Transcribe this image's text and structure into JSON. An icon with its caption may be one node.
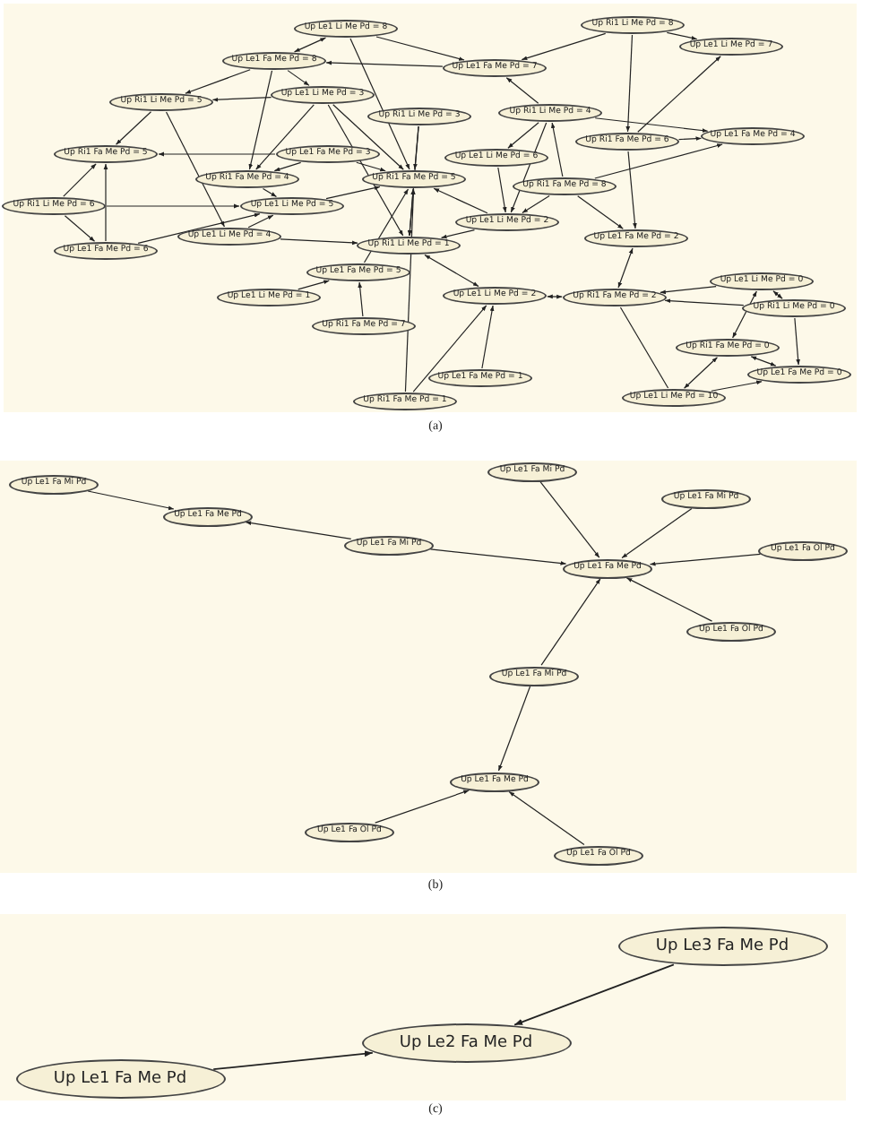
{
  "diagram": {
    "nodes": [
      {
        "text": [
          "Up Le1 Li Me Pd = 8"
        ]
      },
      {
        "text": [
          "Up Ri1 Li Me Pd = 8"
        ]
      },
      {
        "text": [
          "Up Le1 Fa Me Pd = 8"
        ]
      },
      {
        "text": [
          "Up Le1 Fa Me Pd = 7"
        ]
      },
      {
        "text": [
          "Up Le1 Li Me Pd = 7"
        ]
      },
      {
        "text": [
          "Up Ri1 Li Me Pd = 5"
        ]
      },
      {
        "text": [
          "Up Le1 Li Me Pd = 3"
        ]
      },
      {
        "text": [
          "Up Ri1 Li Me Pd = 3"
        ]
      },
      {
        "text": [
          "Up Ri1 Li Me Pd = 4"
        ]
      },
      {
        "text": [
          "Up Ri1 Fa Me Pd = 6"
        ]
      },
      {
        "text": [
          "Up Le1 Fa Me Pd = 4"
        ]
      },
      {
        "text": [
          "Up Ri1 Fa Me Pd = 5"
        ]
      },
      {
        "text": [
          "Up Le1 Fa Me Pd = 3"
        ]
      },
      {
        "text": [
          "Up Le1 Li Me Pd = 6"
        ]
      },
      {
        "text": [
          "Up Ri1 Fa Me Pd = 5"
        ]
      },
      {
        "text": [
          "Up Ri1 Fa Me Pd = 4"
        ]
      },
      {
        "text": [
          "Up Ri1 Fa Me Pd = 8"
        ]
      },
      {
        "text": [
          "Up Ri1 Li Me Pd = 6"
        ]
      },
      {
        "text": [
          "Up Le1 Li Me Pd = 5"
        ]
      },
      {
        "text": [
          "Up Le1 Li Me Pd = 2"
        ]
      },
      {
        "text": [
          "Up Le1 Fa Me Pd = 6"
        ]
      },
      {
        "text": [
          "Up Le1 Li Me Pd = 4"
        ]
      },
      {
        "text": [
          "Up Ri1 Li Me Pd = 1"
        ]
      },
      {
        "text": [
          "Up Le1 Fa Me Pd = 2"
        ]
      },
      {
        "text": [
          "Up Le1 Fa Me Pd = 5"
        ]
      },
      {
        "text": [
          "Up Le1 Li Me Pd = 1"
        ]
      },
      {
        "text": [
          "Up Le1 Li Me Pd = 2"
        ]
      },
      {
        "text": [
          "Up Ri1 Fa Me Pd = 2"
        ]
      },
      {
        "text": [
          "Up Le1 Li Me Pd = 0"
        ]
      },
      {
        "text": [
          "Up Ri1 Li Me Pd = 0"
        ]
      },
      {
        "text": [
          "Up Ri1 Fa Me Pd = 7"
        ]
      },
      {
        "text": [
          "Up Le1 Fa Me Pd = 1"
        ]
      },
      {
        "text": [
          "Up Ri1 Fa Me Pd = 0"
        ]
      },
      {
        "text": [
          "Up Le1 Fa Me Pd = 0"
        ]
      },
      {
        "text": [
          "Up Ri1 Fa Me Pd = 1"
        ]
      },
      {
        "text": [
          "Up Le1 Li Me Pd = 10"
        ]
      },
      {
        "text": [
          "Up Le1 Fa Mi Pd"
        ]
      },
      {
        "text": [
          "Up Le1 Fa Me Pd"
        ]
      },
      {
        "text": [
          "Up Le1 Fa Mi Pd"
        ]
      },
      {
        "text": [
          "Up Le1 Fa Mi Pd"
        ]
      },
      {
        "text": [
          "Up Le1 Fa Mi Pd"
        ]
      },
      {
        "text": [
          "Up Le1 Fa Me Pd"
        ]
      },
      {
        "text": [
          "Up Le1 Fa Ol Pd"
        ]
      },
      {
        "text": [
          "Up Le1 Fa Ol Pd"
        ]
      },
      {
        "text": [
          "Up Le1 Fa Mi Pd"
        ]
      },
      {
        "text": [
          "Up Le1 Fa Me Pd"
        ]
      },
      {
        "text": [
          "Up Le1 Fa Ol Pd"
        ]
      },
      {
        "text": [
          "Up Le1 Fa Ol Pd"
        ]
      },
      {
        "text": [
          "Up Le3 Fa Me Pd"
        ]
      },
      {
        "text": [
          "Up Le2 Fa Me Pd"
        ]
      },
      {
        "text": [
          "Up Le1 Fa Me Pd"
        ]
      }
    ],
    "edges": [
      {
        "from": 2,
        "to": 0,
        "arrow": "both"
      },
      {
        "from": 2,
        "to": 6,
        "arrow": "to"
      },
      {
        "from": 2,
        "to": 5,
        "arrow": "to"
      },
      {
        "from": 2,
        "to": 15,
        "arrow": "to"
      },
      {
        "from": 0,
        "to": 14,
        "arrow": "to"
      },
      {
        "from": 0,
        "to": 3,
        "arrow": "to"
      },
      {
        "from": 6,
        "to": 5,
        "arrow": "to"
      },
      {
        "from": 6,
        "to": 15,
        "arrow": "to"
      },
      {
        "from": 6,
        "to": 14,
        "arrow": "to"
      },
      {
        "from": 6,
        "to": 22,
        "arrow": "to"
      },
      {
        "from": 5,
        "to": 11,
        "arrow": "to"
      },
      {
        "from": 5,
        "to": 21,
        "arrow": "to"
      },
      {
        "from": 12,
        "to": 11,
        "arrow": "to"
      },
      {
        "from": 12,
        "to": 15,
        "arrow": "to"
      },
      {
        "from": 12,
        "to": 14,
        "arrow": "to"
      },
      {
        "from": 17,
        "to": 11,
        "arrow": "to"
      },
      {
        "from": 17,
        "to": 20,
        "arrow": "to"
      },
      {
        "from": 20,
        "to": 11,
        "arrow": "to"
      },
      {
        "from": 17,
        "to": 18,
        "arrow": "to"
      },
      {
        "from": 20,
        "to": 18,
        "arrow": "to"
      },
      {
        "from": 15,
        "to": 18,
        "arrow": "to"
      },
      {
        "from": 18,
        "to": 14,
        "arrow": "to"
      },
      {
        "from": 21,
        "to": 18,
        "arrow": "to"
      },
      {
        "from": 21,
        "to": 22,
        "arrow": "to"
      },
      {
        "from": 7,
        "to": 14,
        "arrow": "to"
      },
      {
        "from": 7,
        "to": 22,
        "arrow": "to"
      },
      {
        "from": 3,
        "to": 2,
        "arrow": "to"
      },
      {
        "from": 1,
        "to": 3,
        "arrow": "to"
      },
      {
        "from": 1,
        "to": 4,
        "arrow": "to"
      },
      {
        "from": 1,
        "to": 9,
        "arrow": "to"
      },
      {
        "from": 9,
        "to": 4,
        "arrow": "to"
      },
      {
        "from": 8,
        "to": 3,
        "arrow": "to"
      },
      {
        "from": 8,
        "to": 10,
        "arrow": "to"
      },
      {
        "from": 9,
        "to": 10,
        "arrow": "to"
      },
      {
        "from": 16,
        "to": 10,
        "arrow": "to"
      },
      {
        "from": 8,
        "to": 13,
        "arrow": "to"
      },
      {
        "from": 8,
        "to": 19,
        "arrow": "to"
      },
      {
        "from": 16,
        "to": 8,
        "arrow": "to"
      },
      {
        "from": 13,
        "to": 19,
        "arrow": "to"
      },
      {
        "from": 16,
        "to": 19,
        "arrow": "to"
      },
      {
        "from": 9,
        "to": 23,
        "arrow": "to"
      },
      {
        "from": 16,
        "to": 23,
        "arrow": "to"
      },
      {
        "from": 19,
        "to": 14,
        "arrow": "to"
      },
      {
        "from": 14,
        "to": 22,
        "arrow": "both"
      },
      {
        "from": 19,
        "to": 22,
        "arrow": "to"
      },
      {
        "from": 26,
        "to": 27,
        "arrow": "both"
      },
      {
        "from": 23,
        "to": 27,
        "arrow": "both"
      },
      {
        "from": 28,
        "to": 27,
        "arrow": "to"
      },
      {
        "from": 29,
        "to": 27,
        "arrow": "to"
      },
      {
        "from": 28,
        "to": 29,
        "arrow": "both"
      },
      {
        "from": 32,
        "to": 28,
        "arrow": "both"
      },
      {
        "from": 32,
        "to": 33,
        "arrow": "both"
      },
      {
        "from": 29,
        "to": 33,
        "arrow": "to"
      },
      {
        "from": 35,
        "to": 33,
        "arrow": "to"
      },
      {
        "from": 32,
        "to": 35,
        "arrow": "both"
      },
      {
        "from": 35,
        "to": 27,
        "arrow": "none"
      },
      {
        "from": 25,
        "to": 24,
        "arrow": "to"
      },
      {
        "from": 30,
        "to": 24,
        "arrow": "to"
      },
      {
        "from": 31,
        "to": 26,
        "arrow": "to"
      },
      {
        "from": 34,
        "to": 26,
        "arrow": "to"
      },
      {
        "from": 26,
        "to": 22,
        "arrow": "both"
      },
      {
        "from": 34,
        "to": 14,
        "arrow": "to"
      },
      {
        "from": 24,
        "to": 14,
        "arrow": "to"
      },
      {
        "from": 36,
        "to": 37,
        "arrow": "to"
      },
      {
        "from": 38,
        "to": 37,
        "arrow": "to"
      },
      {
        "from": 38,
        "to": 41,
        "arrow": "to"
      },
      {
        "from": 39,
        "to": 41,
        "arrow": "to"
      },
      {
        "from": 40,
        "to": 41,
        "arrow": "to"
      },
      {
        "from": 42,
        "to": 41,
        "arrow": "to"
      },
      {
        "from": 43,
        "to": 41,
        "arrow": "to"
      },
      {
        "from": 44,
        "to": 41,
        "arrow": "to"
      },
      {
        "from": 44,
        "to": 45,
        "arrow": "to"
      },
      {
        "from": 46,
        "to": 45,
        "arrow": "to"
      },
      {
        "from": 47,
        "to": 45,
        "arrow": "to"
      },
      {
        "from": 48,
        "to": 49,
        "arrow": "to"
      },
      {
        "from": 50,
        "to": 49,
        "arrow": "to"
      }
    ],
    "labels": [
      "(a)",
      "(b)",
      "(c)"
    ]
  }
}
